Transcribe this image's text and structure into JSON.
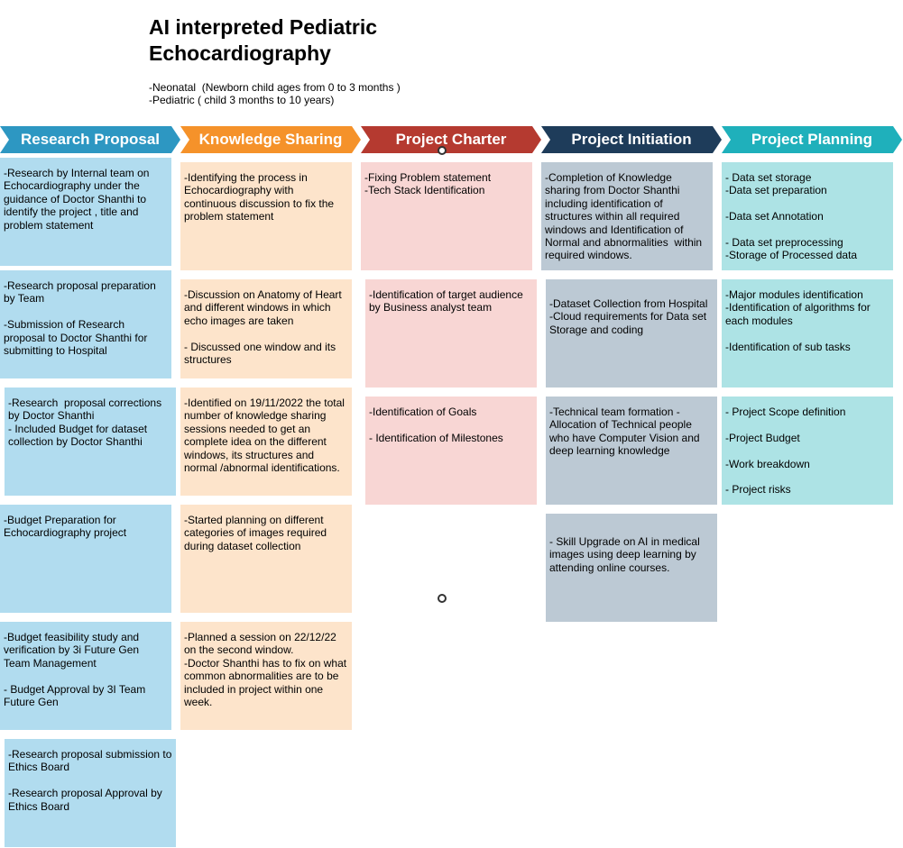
{
  "title": "AI interpreted Pediatric Echocardiography",
  "subtitle": [
    "-Neonatal  (Newborn child ages from 0 to 3 months )",
    "-Pediatric ( child 3 months to 10 years)"
  ],
  "colors": {
    "research_header": "#2d97c2",
    "knowledge_header": "#f5922a",
    "charter_header": "#b53a30",
    "initiation_header": "#1e3c5a",
    "planning_header": "#1fb0bb"
  },
  "columns": [
    {
      "header": "Research Proposal",
      "cards": [
        [
          "-Research by Internal team on",
          "Echocardiography under the",
          "guidance of Doctor Shanthi to",
          "identify the project , title and",
          "problem statement"
        ],
        [
          "-Research proposal preparation",
          "by Team",
          "",
          "-Submission of Research",
          "proposal to Doctor Shanthi for",
          "submitting to Hospital"
        ],
        [
          "-Research  proposal corrections",
          "by Doctor Shanthi",
          "- Included Budget for dataset",
          "collection by Doctor Shanthi"
        ],
        [
          "-Budget Preparation for",
          "Echocardiography project"
        ],
        [
          "-Budget feasibility study and",
          "verification by 3i Future Gen",
          "Team Management",
          "",
          "- Budget Approval by 3I Team",
          "Future Gen"
        ],
        [
          "-Research proposal submission to",
          "Ethics Board",
          "",
          "-Research proposal Approval by",
          "Ethics Board"
        ]
      ]
    },
    {
      "header": "Knowledge Sharing",
      "cards": [
        [
          "-Identifying the process in",
          "Echocardiography with",
          "continuous discussion to fix the",
          "problem statement"
        ],
        [
          "-Discussion on Anatomy of Heart",
          "and different windows in which",
          "echo images are taken",
          "",
          "- Discussed one window and its",
          "structures"
        ],
        [
          "-Identified on 19/11/2022 the total",
          "number of knowledge sharing",
          "sessions needed to get an",
          "complete idea on the different",
          "windows, its structures and",
          "normal /abnormal identifications."
        ],
        [
          "-Started planning on different",
          "categories of images required",
          "during dataset collection"
        ],
        [
          "-Planned a session on 22/12/22",
          "on the second window.",
          "-Doctor Shanthi has to fix on what",
          "common abnormalities are to be",
          "included in project within one",
          "week."
        ]
      ]
    },
    {
      "header": "Project Charter",
      "cards": [
        [
          "-Fixing Problem statement",
          "-Tech Stack Identification"
        ],
        [
          "-Identification of target audience",
          "by Business analyst team"
        ],
        [
          "-Identification of Goals",
          "",
          "- Identification of Milestones"
        ]
      ]
    },
    {
      "header": "Project Initiation",
      "cards": [
        [
          "-Completion of Knowledge",
          "sharing from Doctor Shanthi",
          "including identification of",
          "structures within all required",
          "windows and Identification of",
          "Normal and abnormalities  within",
          "required windows."
        ],
        [
          "-Dataset Collection from Hospital",
          "-Cloud requirements for Data set",
          "Storage and coding"
        ],
        [
          "-Technical team formation -",
          "Allocation of Technical people",
          "who have Computer Vision and",
          "deep learning knowledge"
        ],
        [
          "- Skill Upgrade on AI in medical",
          "images using deep learning by",
          "attending online courses."
        ]
      ]
    },
    {
      "header": "Project Planning",
      "cards": [
        [
          "- Data set storage",
          "-Data set preparation",
          "",
          "-Data set Annotation",
          "",
          "- Data set preprocessing",
          "-Storage of Processed data"
        ],
        [
          "-Major modules identification",
          "-Identification of algorithms for",
          "each modules",
          "",
          "-Identification of sub tasks"
        ],
        [
          "- Project Scope definition",
          "",
          "-Project Budget",
          "",
          "-Work breakdown",
          "",
          "- Project risks"
        ]
      ]
    }
  ]
}
